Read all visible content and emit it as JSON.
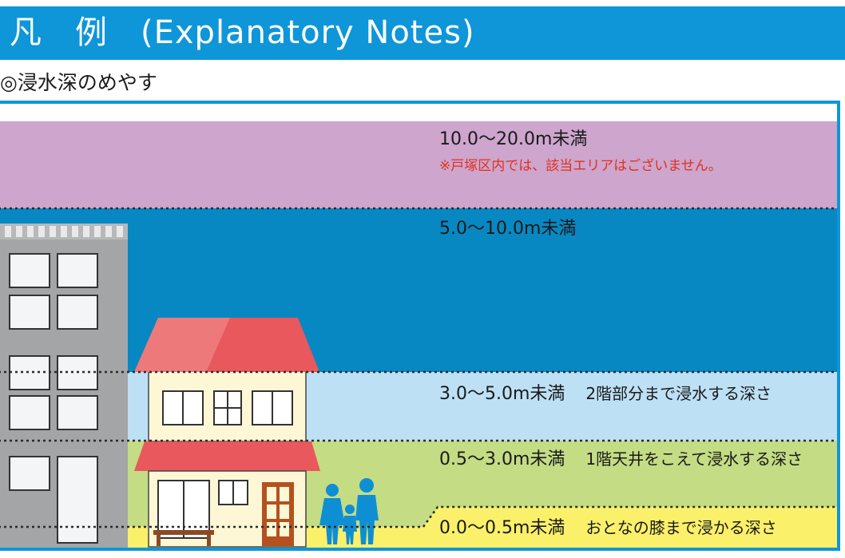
{
  "header": {
    "title": "凡　例　(Explanatory Notes)",
    "bg_color": "#0e96d9"
  },
  "subtitle": "◎浸水深のめやす",
  "levels": [
    {
      "range": "10.0〜20.0m未満",
      "description": "",
      "color": "#cda5cd",
      "note": "※戸塚区内では、該当エリアはございません。"
    },
    {
      "range": "5.0〜10.0m未満",
      "description": "",
      "color": "#0788c2"
    },
    {
      "range": "3.0〜5.0m未満",
      "description": "2階部分まで浸水する深さ",
      "color": "#bde0f5"
    },
    {
      "range": "0.5〜3.0m未満",
      "description": "1階天井をこえて浸水する深さ",
      "color": "#c4dc84"
    },
    {
      "range": "0.0〜0.5m未満",
      "description": "おとなの膝まで浸かる深さ",
      "color": "#fbf06a"
    }
  ],
  "icons": {
    "building": "apartment-building-icon",
    "house": "two-story-house-icon",
    "people": "family-icon"
  }
}
